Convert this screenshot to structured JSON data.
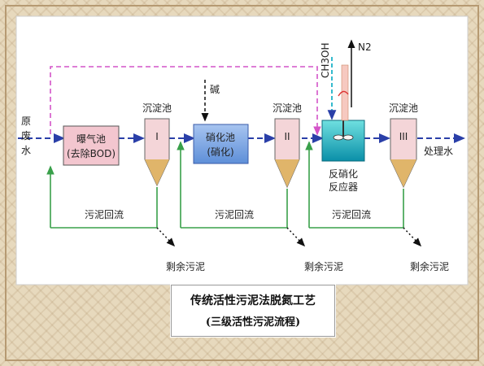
{
  "labels": {
    "raw_water": [
      "原",
      "废",
      "水"
    ],
    "sedimentation": "沉淀池",
    "tank_numbers": [
      "I",
      "II",
      "III"
    ],
    "aeration": {
      "line1": "曝气池",
      "line2": "(去除BOD)"
    },
    "nitrification": {
      "line1": "硝化池",
      "line2": "(硝化)"
    },
    "alkali": "碱",
    "methanol": "CH3OH",
    "nitrogen": "N2",
    "denitrification_reactor": {
      "line1": "反硝化",
      "line2": "反应器"
    },
    "treated_water": "处理水",
    "sludge_return": "污泥回流",
    "excess_sludge": "剩余污泥"
  },
  "caption": {
    "line1": "传统活性污泥法脱氮工艺",
    "line2": "(三级活性污泥流程)"
  },
  "colors": {
    "main_flow": "#2a3fa8",
    "bypass": "#d454c8",
    "sludge_return": "#39a04a",
    "tank_blue": "#7fa6e0",
    "tank_pink": "#f3c6cf",
    "tank_cyan": "#1fb3c8",
    "clarifier_pink": "#f4d5d8",
    "sludge_fill": "#e0b56a"
  }
}
